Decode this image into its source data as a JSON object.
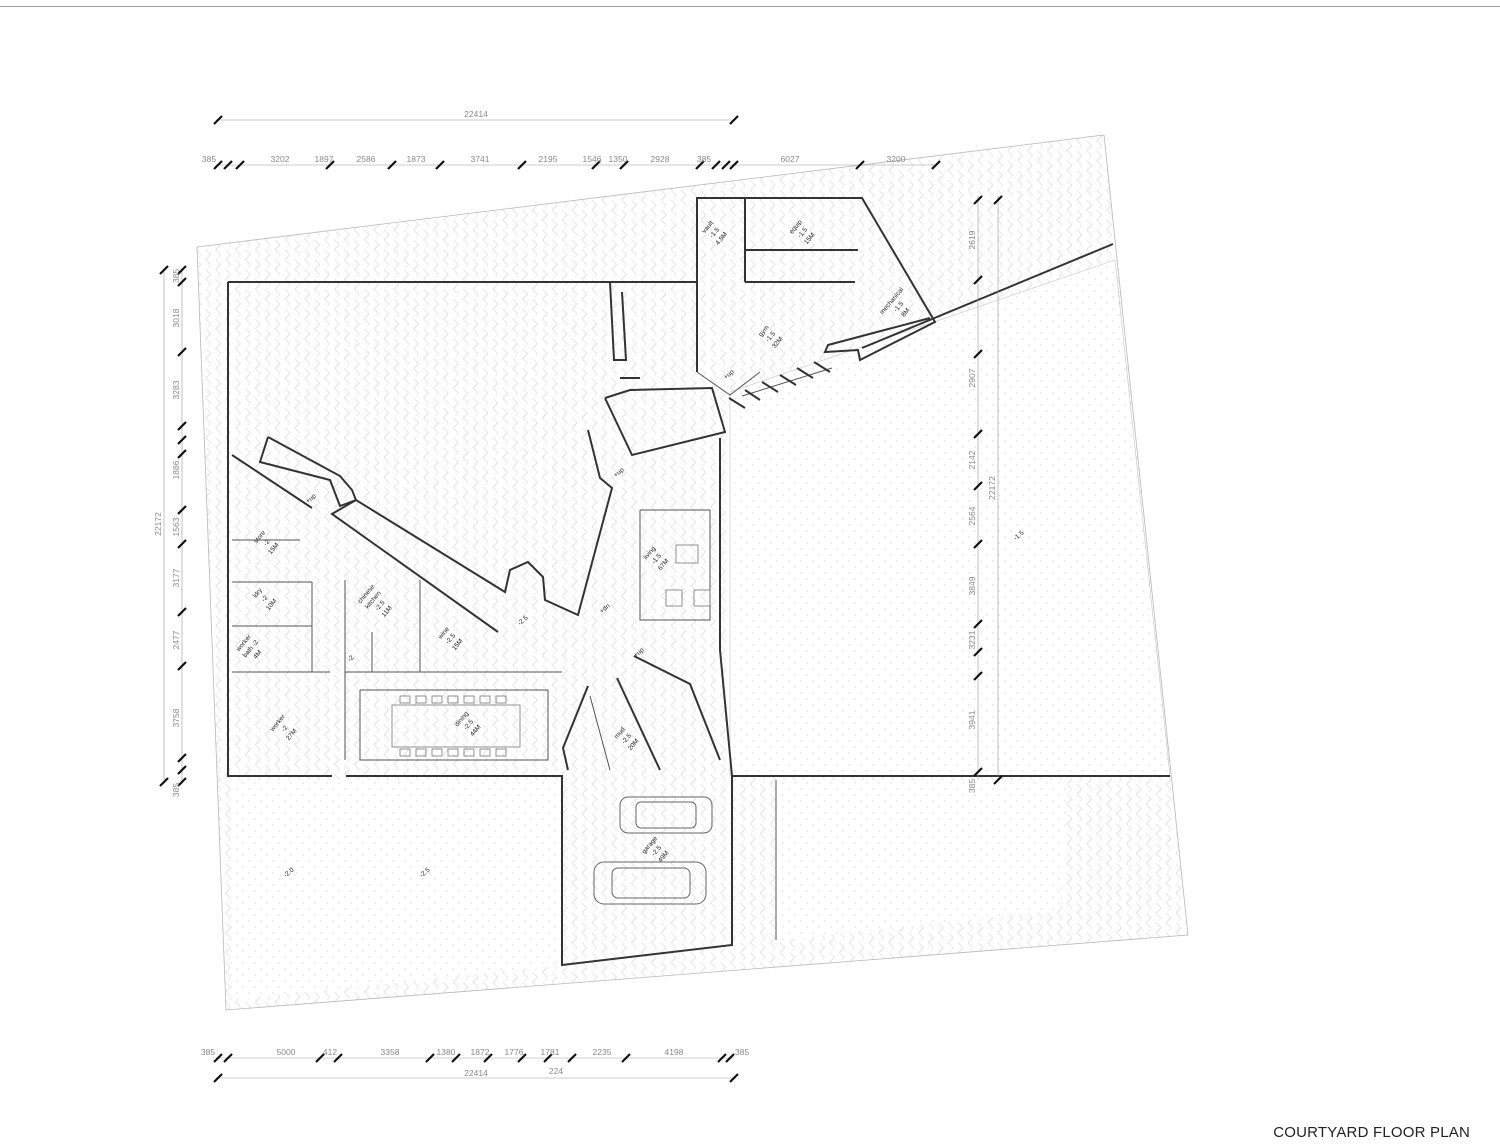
{
  "title": "COURTYARD FLOOR PLAN",
  "rooms": [
    {
      "id": "vault",
      "lines": [
        "vault",
        "-1.5",
        "4.5M"
      ]
    },
    {
      "id": "equip",
      "lines": [
        "equip",
        "-1.5",
        "15M"
      ]
    },
    {
      "id": "mechanical",
      "lines": [
        "mechanical",
        "-1.5",
        "8M"
      ]
    },
    {
      "id": "gym",
      "lines": [
        "gym",
        "-1.5",
        "32M"
      ]
    },
    {
      "id": "store",
      "lines": [
        "store",
        "-2",
        "15M"
      ]
    },
    {
      "id": "ldry",
      "lines": [
        "ldry",
        "-2",
        "10M"
      ]
    },
    {
      "id": "chinese-kitchen",
      "lines": [
        "chinese",
        "kitchen",
        "-2.5",
        "11M"
      ]
    },
    {
      "id": "wine",
      "lines": [
        "wine",
        "-2.5",
        "15M"
      ]
    },
    {
      "id": "worker-bath",
      "lines": [
        "worker",
        "bath -2",
        "4M"
      ]
    },
    {
      "id": "worker",
      "lines": [
        "worker",
        "-2",
        "27M"
      ]
    },
    {
      "id": "living",
      "lines": [
        "living",
        "-1.5",
        "67M"
      ]
    },
    {
      "id": "dining",
      "lines": [
        "dining",
        "-2.5",
        "44M"
      ]
    },
    {
      "id": "mud",
      "lines": [
        "mud",
        "-2.5",
        "20M"
      ]
    },
    {
      "id": "garage",
      "lines": [
        "garage",
        "-2.5",
        "49M"
      ]
    }
  ],
  "level_marks": [
    "-1.5",
    "-2.5",
    "-2.0",
    "-2.5",
    "-2",
    "+up",
    "+up",
    "+up",
    "+up",
    "+dn"
  ],
  "dims": {
    "overall_top": "22414",
    "top_chain": [
      "385",
      "3202",
      "1897",
      "2586",
      "1873",
      "3741",
      "2195",
      "1546",
      "1350",
      "2928",
      "385",
      "6027",
      "3200"
    ],
    "left_overall": "22172",
    "left_chain": [
      "385",
      "3018",
      "3283",
      "1886",
      "1563",
      "3177",
      "2477",
      "3758",
      "385"
    ],
    "right_chain": [
      "2619",
      "2907",
      "2142",
      "2564",
      "3849",
      "3231",
      "3941",
      "385"
    ],
    "right_overall": "22172",
    "bottom_chain": [
      "385",
      "5000",
      "412",
      "3358",
      "1380",
      "1872",
      "1776",
      "1781",
      "2235",
      "4198",
      "385"
    ],
    "overall_bottom": "22414",
    "overall_bottom_2": "224"
  }
}
